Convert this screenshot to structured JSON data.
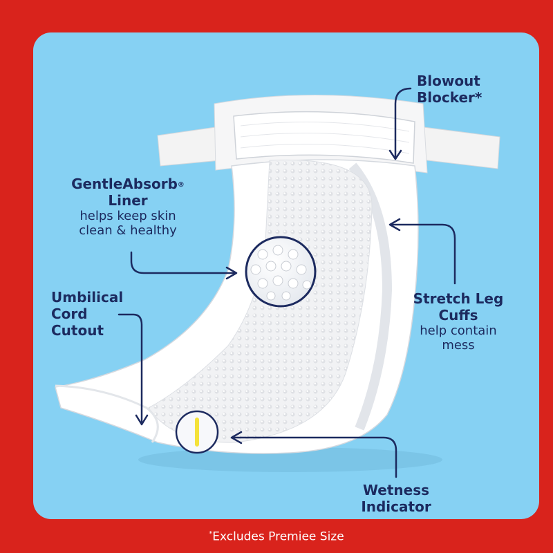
{
  "callouts": {
    "blowout": {
      "line1": "Blowout",
      "line2": "Blocker*"
    },
    "gentle": {
      "line1_main": "GentleAbsorb",
      "line1_mark": "®",
      "line2": "Liner",
      "desc1": "helps keep skin",
      "desc2": "clean & healthy"
    },
    "umbilical": {
      "line1": "Umbilical",
      "line2": "Cord",
      "line3": "Cutout"
    },
    "stretch": {
      "line1": "Stretch Leg",
      "line2": "Cuffs",
      "desc1": "help contain",
      "desc2": "mess"
    },
    "wetness": {
      "line1": "Wetness",
      "line2": "Indicator"
    }
  },
  "footnote": {
    "mark": "*",
    "text": "Excludes Premiee Size"
  },
  "colors": {
    "frame": "#d9231c",
    "panel": "#86d1f3",
    "navy": "#1c2a5f",
    "diaper": "#ffffff",
    "indicator": "#f4e23a"
  }
}
